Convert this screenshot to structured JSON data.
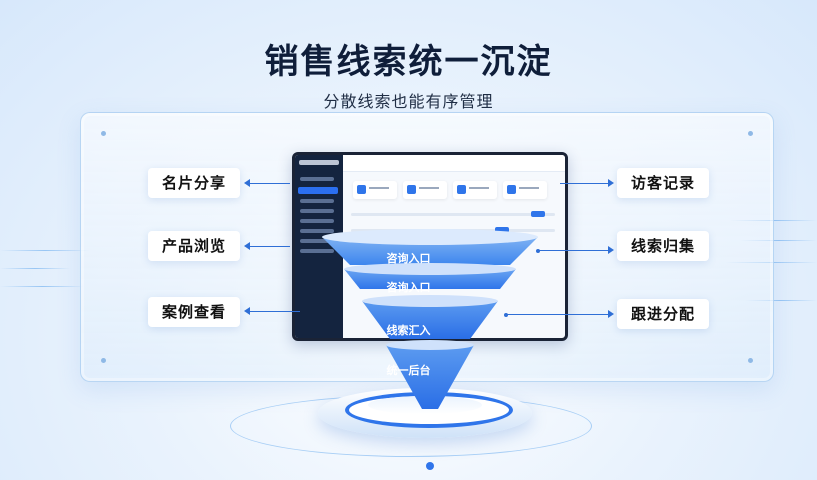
{
  "header": {
    "title": "销售线索统一沉淀",
    "subtitle": "分散线索也能有序管理"
  },
  "left_labels": [
    {
      "label": "名片分享"
    },
    {
      "label": "产品浏览"
    },
    {
      "label": "案例查看"
    }
  ],
  "right_labels": [
    {
      "label": "访客记录"
    },
    {
      "label": "线索归集"
    },
    {
      "label": "跟进分配"
    }
  ],
  "funnel": {
    "layers": [
      {
        "label": "咨询入口"
      },
      {
        "label": "咨询入口"
      },
      {
        "label": "线索汇入"
      },
      {
        "label": "统一后台"
      }
    ]
  },
  "colors": {
    "accent": "#2f75ea",
    "title": "#0f1e3a",
    "sidebar": "#14243f"
  }
}
